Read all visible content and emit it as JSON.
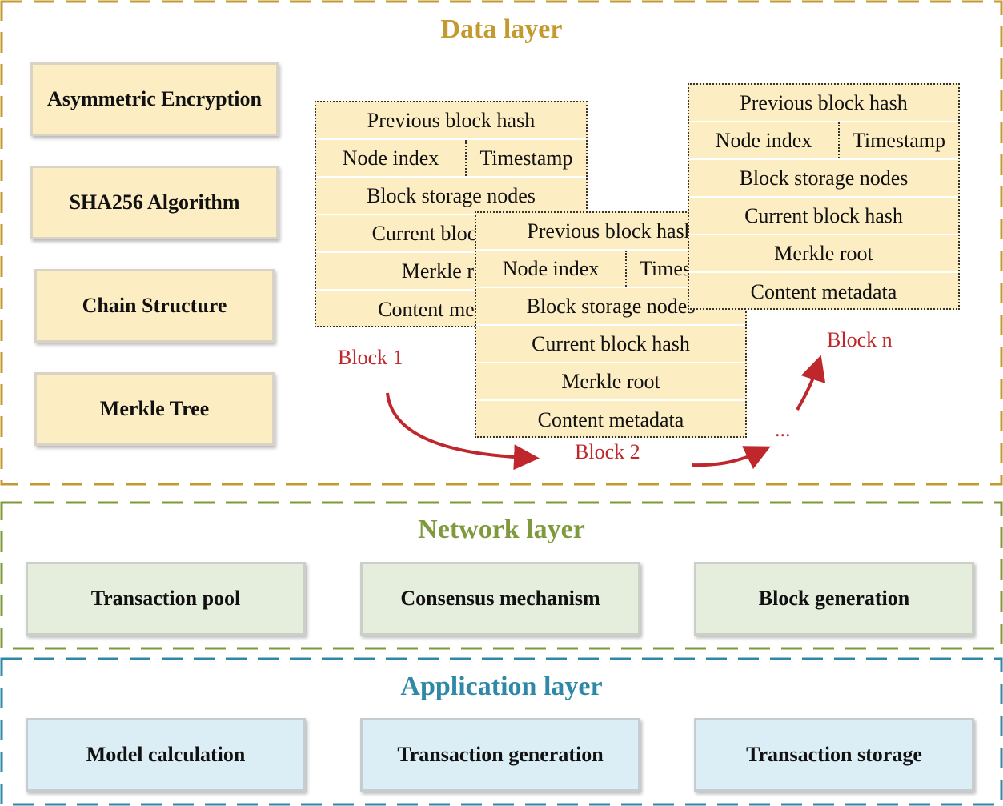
{
  "colors": {
    "data_layer": "#c49a30",
    "network_layer": "#7f9a3c",
    "application_layer": "#2f88a6",
    "block_fill": "#fdedc3",
    "arrow": "#c0272d"
  },
  "data_layer": {
    "title": "Data layer",
    "components": [
      "Asymmetric Encryption",
      "SHA256 Algorithm",
      "Chain Structure",
      "Merkle Tree"
    ],
    "block_fields": {
      "previous_hash": "Previous block hash",
      "node_index": "Node index",
      "timestamp": "Timestamp",
      "storage_nodes": "Block storage nodes",
      "current_hash": "Current block hash",
      "merkle_root": "Merkle root",
      "metadata": "Content metadata"
    },
    "blocks": [
      {
        "label": "Block 1"
      },
      {
        "label": "Block 2"
      },
      {
        "label": "Block n"
      }
    ],
    "ellipsis": "..."
  },
  "network_layer": {
    "title": "Network layer",
    "components": [
      "Transaction pool",
      "Consensus mechanism",
      "Block generation"
    ]
  },
  "application_layer": {
    "title": "Application layer",
    "components": [
      "Model calculation",
      "Transaction generation",
      "Transaction storage"
    ]
  }
}
